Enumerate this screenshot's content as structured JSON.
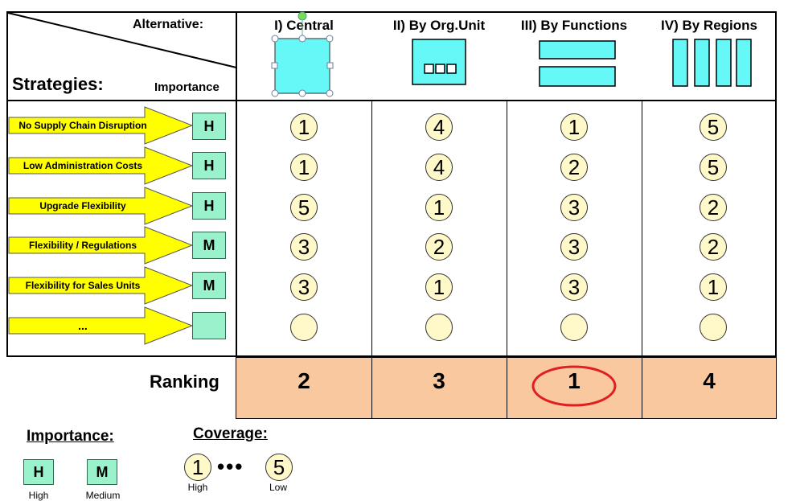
{
  "header": {
    "alternative_label": "Alternative:",
    "strategies_label": "Strategies:",
    "importance_label": "Importance"
  },
  "alternatives": [
    {
      "label": "I) Central"
    },
    {
      "label": "II) By Org.Unit"
    },
    {
      "label": "III) By Functions"
    },
    {
      "label": "IV) By Regions"
    }
  ],
  "strategies": [
    {
      "label": "No Supply Chain Disruption",
      "importance": "H",
      "scores": [
        "1",
        "4",
        "1",
        "5"
      ]
    },
    {
      "label": "Low Administration Costs",
      "importance": "H",
      "scores": [
        "1",
        "4",
        "2",
        "5"
      ]
    },
    {
      "label": "Upgrade Flexibility",
      "importance": "H",
      "scores": [
        "5",
        "1",
        "3",
        "2"
      ]
    },
    {
      "label": "Flexibility / Regulations",
      "importance": "M",
      "scores": [
        "3",
        "2",
        "3",
        "2"
      ]
    },
    {
      "label": "Flexibility for Sales Units",
      "importance": "M",
      "scores": [
        "3",
        "1",
        "3",
        "1"
      ]
    },
    {
      "label": "...",
      "importance": "",
      "scores": [
        "",
        "",
        "",
        ""
      ]
    }
  ],
  "ranking": {
    "label": "Ranking",
    "values": [
      "2",
      "3",
      "1",
      "4"
    ],
    "highlighted_index": 2
  },
  "legend": {
    "importance_title": "Importance:",
    "coverage_title": "Coverage:",
    "high_box": "H",
    "high_caption": "High",
    "medium_box": "M",
    "medium_caption": "Medium",
    "coverage_from": "1",
    "coverage_dots": "•••",
    "coverage_to": "5",
    "coverage_high": "High",
    "coverage_low": "Low"
  },
  "colors": {
    "arrow_fill": "#ffff00",
    "importance_fill": "#99f2cc",
    "coverage_fill": "#fff9c9",
    "icon_fill": "#66f7f7",
    "ranking_fill": "#f9c89e",
    "highlight_ring": "#e02020"
  }
}
